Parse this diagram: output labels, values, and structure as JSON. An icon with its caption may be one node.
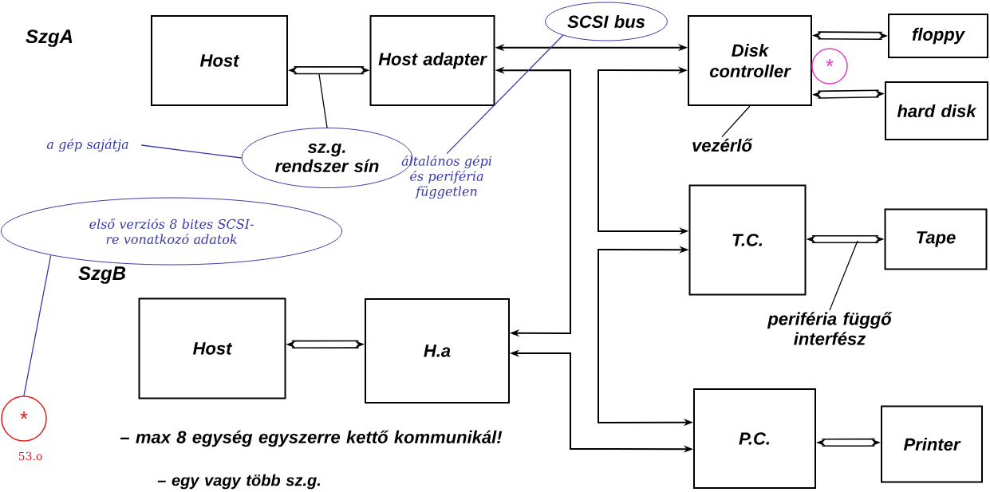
{
  "diagram": {
    "nodes": [
      {
        "text": [
          "Host"
        ]
      },
      {
        "text": [
          "Host adapter"
        ]
      },
      {
        "text": [
          "Disk controller"
        ]
      },
      {
        "text": [
          "floppy"
        ]
      },
      {
        "text": [
          "hard disk"
        ]
      },
      {
        "text": [
          "T.C."
        ]
      },
      {
        "text": [
          "Tape"
        ]
      },
      {
        "text": [
          "Host"
        ]
      },
      {
        "text": [
          "H.a"
        ]
      },
      {
        "text": [
          "P.C."
        ]
      },
      {
        "text": [
          "Printer"
        ]
      },
      {
        "text": [
          "SCSI bus"
        ]
      },
      {
        "text": [
          "sz.g. rendszer sín"
        ]
      },
      {
        "text": [
          "első verziós 8 bites SCSI-re vonatkozó adatok"
        ]
      },
      {
        "text": [
          "*"
        ]
      },
      {
        "text": [
          "*"
        ]
      },
      {
        "text": [
          "a gép sajátja"
        ]
      },
      {
        "text": [
          "általános gépi és periféria független"
        ]
      },
      {
        "text": [
          "vezérlő"
        ]
      },
      {
        "text": [
          "periféria függő interfész"
        ]
      }
    ],
    "edges": [
      {
        "from": 0,
        "to": 1,
        "arrow": "both",
        "style": "thick"
      },
      {
        "from": 1,
        "to": 2,
        "arrow": "both"
      },
      {
        "from": 1,
        "to": 8,
        "arrow": "both"
      },
      {
        "from": 8,
        "to": 9,
        "arrow": "both"
      },
      {
        "from": 2,
        "to": 5,
        "arrow": "both"
      },
      {
        "from": 5,
        "to": 9,
        "arrow": "both"
      },
      {
        "from": 2,
        "to": 3,
        "arrow": "both",
        "style": "thick"
      },
      {
        "from": 2,
        "to": 4,
        "arrow": "both",
        "style": "thick"
      },
      {
        "from": 5,
        "to": 6,
        "arrow": "both",
        "style": "thick"
      },
      {
        "from": 9,
        "to": 10,
        "arrow": "both",
        "style": "thick"
      },
      {
        "from": 7,
        "to": 8,
        "arrow": "both",
        "style": "thick"
      },
      {
        "from": 12,
        "to": null,
        "arrow": "none"
      },
      {
        "from": 18,
        "to": 2,
        "arrow": "none"
      },
      {
        "from": 19,
        "to": null,
        "arrow": "none"
      },
      {
        "from": 16,
        "to": 12,
        "arrow": "none",
        "color": "#3a3aa8"
      },
      {
        "from": 17,
        "to": 11,
        "arrow": "none",
        "color": "#3a3aa8"
      },
      {
        "from": 13,
        "to": 15,
        "arrow": "none",
        "color": "#3a3aa8"
      }
    ],
    "labels": [
      "SzgA",
      "SzgB",
      "– max 8 egység egyszerre kettő kommunikál!",
      "53.o",
      "– egy vagy több sz.g."
    ]
  }
}
